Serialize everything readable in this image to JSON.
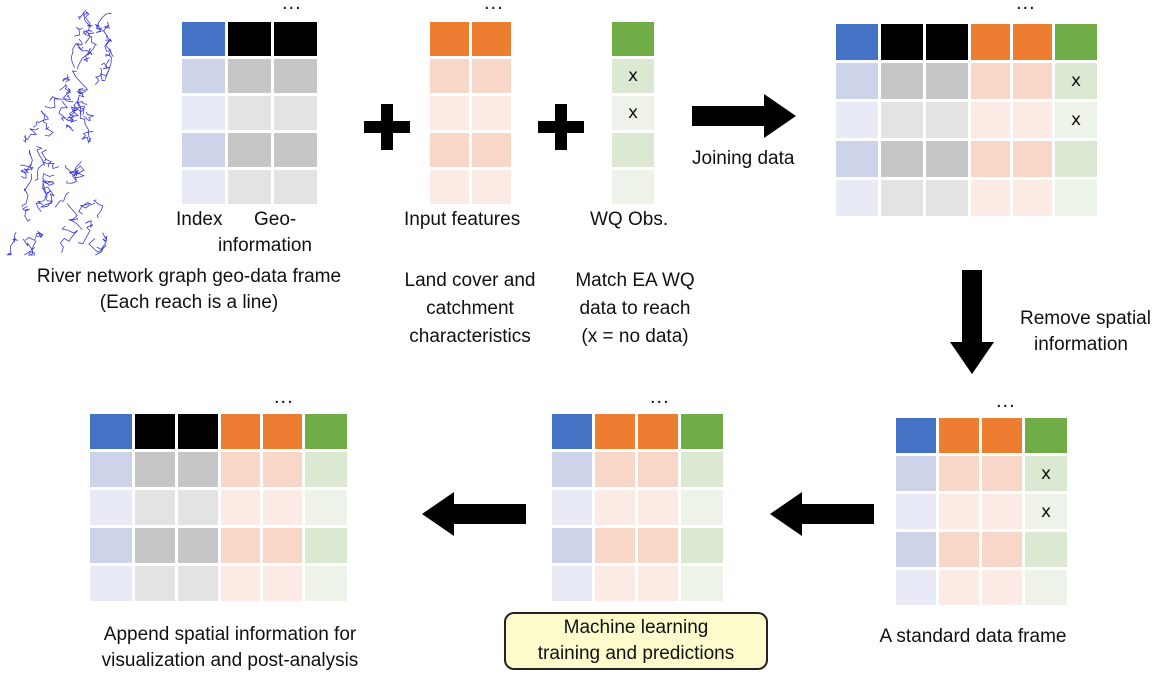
{
  "colors": {
    "index": "#4472c4",
    "geo": "#000000",
    "input": "#ed7d31",
    "wq": "#70ad47",
    "river_lines": "#3b3bd6",
    "highlight_box": "#fdfbcc"
  },
  "ellipsis": "...",
  "missing_mark": "x",
  "labels": {
    "index": "Index",
    "geo_line1": "Geo-",
    "geo_line2": "information",
    "input_features": "Input features",
    "wq_obs": "WQ Obs.",
    "river_line1": "River network graph geo-data frame",
    "river_line2": "(Each reach is a line)",
    "landcover_line1": "Land cover and",
    "landcover_line2": "catchment",
    "landcover_line3": "characteristics",
    "match_line1": "Match EA WQ",
    "match_line2": "data to reach",
    "match_line3": "(x = no data)",
    "joining_data": "Joining data",
    "remove_line1": "Remove spatial",
    "remove_line2": "information",
    "standard_frame": "A standard data frame",
    "ml_line1": "Machine learning",
    "ml_line2": "training and predictions",
    "append_line1": "Append spatial information for",
    "append_line2": "visualization and post-analysis"
  }
}
